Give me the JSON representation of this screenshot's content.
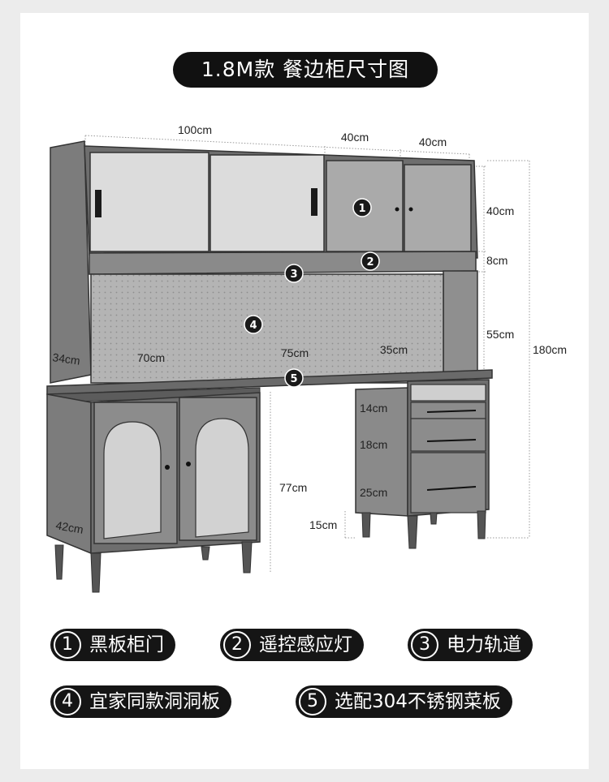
{
  "title": "1.8M款 餐边柜尺寸图",
  "dimensions": {
    "top_width_1": "100cm",
    "top_width_2": "40cm",
    "top_width_3": "40cm",
    "upper_height": "40cm",
    "shelf_height": "8cm",
    "pegboard_height": "55cm",
    "total_height": "180cm",
    "side_depth_upper": "34cm",
    "worktop_left": "70cm",
    "worktop_middle": "75cm",
    "worktop_right": "35cm",
    "desk_height": "77cm",
    "drawer_1": "14cm",
    "drawer_2": "18cm",
    "drawer_3": "25cm",
    "leg_height": "15cm",
    "side_depth_lower": "42cm"
  },
  "markers": [
    "1",
    "2",
    "3",
    "4",
    "5"
  ],
  "legend": [
    {
      "num": "1",
      "label": "黑板柜门"
    },
    {
      "num": "2",
      "label": "遥控感应灯"
    },
    {
      "num": "3",
      "label": "电力轨道"
    },
    {
      "num": "4",
      "label": "宜家同款洞洞板"
    },
    {
      "num": "5",
      "label": "选配304不锈钢菜板"
    }
  ]
}
